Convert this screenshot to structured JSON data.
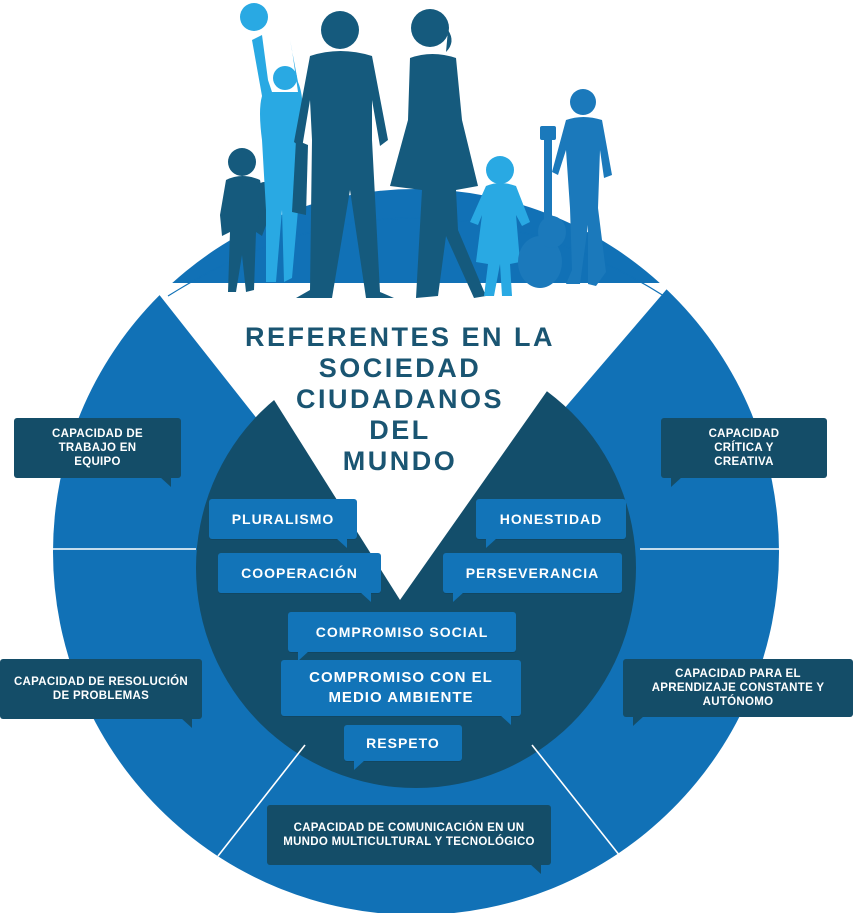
{
  "colors": {
    "outer_ring": "#1171b6",
    "inner_circle": "#134e6b",
    "value_bubble": "#1274b8",
    "skill_bubble": "#144d68",
    "title_text": "#1a5572",
    "figure_dark": "#155a7d",
    "figure_light": "#29a9e3",
    "figure_mid": "#1b79bb"
  },
  "title": {
    "lines": [
      "REFERENTES EN LA",
      "SOCIEDAD",
      "CIUDADANOS",
      "DEL",
      "MUNDO"
    ]
  },
  "values": [
    {
      "id": "pluralismo",
      "label": "PLURALISMO"
    },
    {
      "id": "honestidad",
      "label": "HONESTIDAD"
    },
    {
      "id": "cooperacion",
      "label": "COOPERACIÓN"
    },
    {
      "id": "perseverancia",
      "label": "PERSEVERANCIA"
    },
    {
      "id": "compromiso-social",
      "label": "COMPROMISO SOCIAL"
    },
    {
      "id": "compromiso-ambiente",
      "label": "COMPROMISO CON EL MEDIO AMBIENTE"
    },
    {
      "id": "respeto",
      "label": "RESPETO"
    }
  ],
  "skills": [
    {
      "id": "trabajo-equipo",
      "label": "CAPACIDAD DE TRABAJO EN EQUIPO"
    },
    {
      "id": "critica-creativa",
      "label": "CAPACIDAD CRÍTICA Y CREATIVA"
    },
    {
      "id": "resolucion-problemas",
      "label": "CAPACIDAD DE RESOLUCIÓN DE PROBLEMAS"
    },
    {
      "id": "aprendizaje",
      "label": "CAPACIDAD PARA EL APRENDIZAJE CONSTANTE Y AUTÓNOMO"
    },
    {
      "id": "comunicacion",
      "label": "CAPACIDAD DE COMUNICACIÓN EN UN MUNDO MULTICULTURAL Y TECNOLÓGICO"
    }
  ],
  "figures": [
    {
      "id": "toddler-boy",
      "icon": "child-silhouette-icon",
      "tone": "dark"
    },
    {
      "id": "boy-with-ball",
      "icon": "child-ball-silhouette-icon",
      "tone": "light"
    },
    {
      "id": "man",
      "icon": "man-silhouette-icon",
      "tone": "dark"
    },
    {
      "id": "woman",
      "icon": "woman-silhouette-icon",
      "tone": "dark"
    },
    {
      "id": "girl",
      "icon": "girl-silhouette-icon",
      "tone": "light"
    },
    {
      "id": "guitar",
      "icon": "guitar-icon",
      "tone": "mid"
    },
    {
      "id": "teen-boy",
      "icon": "teen-silhouette-icon",
      "tone": "mid"
    }
  ]
}
